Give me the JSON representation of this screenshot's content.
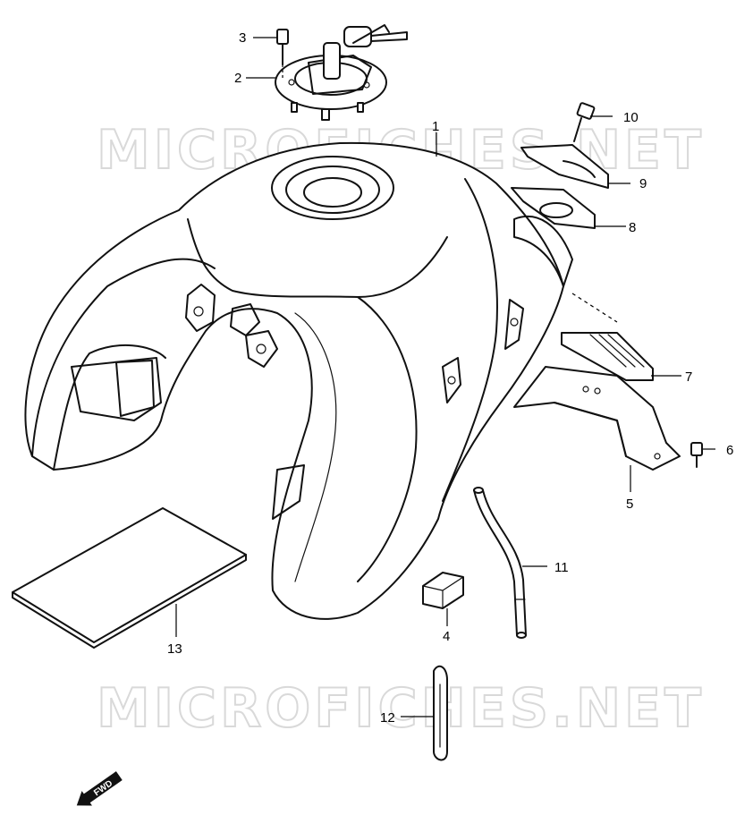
{
  "watermark": {
    "text": "MICROFICHES.NET"
  },
  "direction_badge": {
    "label": "FWD"
  },
  "callouts": [
    {
      "id": "1",
      "label": "1"
    },
    {
      "id": "2",
      "label": "2"
    },
    {
      "id": "3",
      "label": "3"
    },
    {
      "id": "4",
      "label": "4"
    },
    {
      "id": "5",
      "label": "5"
    },
    {
      "id": "6",
      "label": "6"
    },
    {
      "id": "7",
      "label": "7"
    },
    {
      "id": "8",
      "label": "8"
    },
    {
      "id": "9",
      "label": "9"
    },
    {
      "id": "10",
      "label": "10"
    },
    {
      "id": "11",
      "label": "11"
    },
    {
      "id": "12",
      "label": "12"
    },
    {
      "id": "13",
      "label": "13"
    }
  ]
}
